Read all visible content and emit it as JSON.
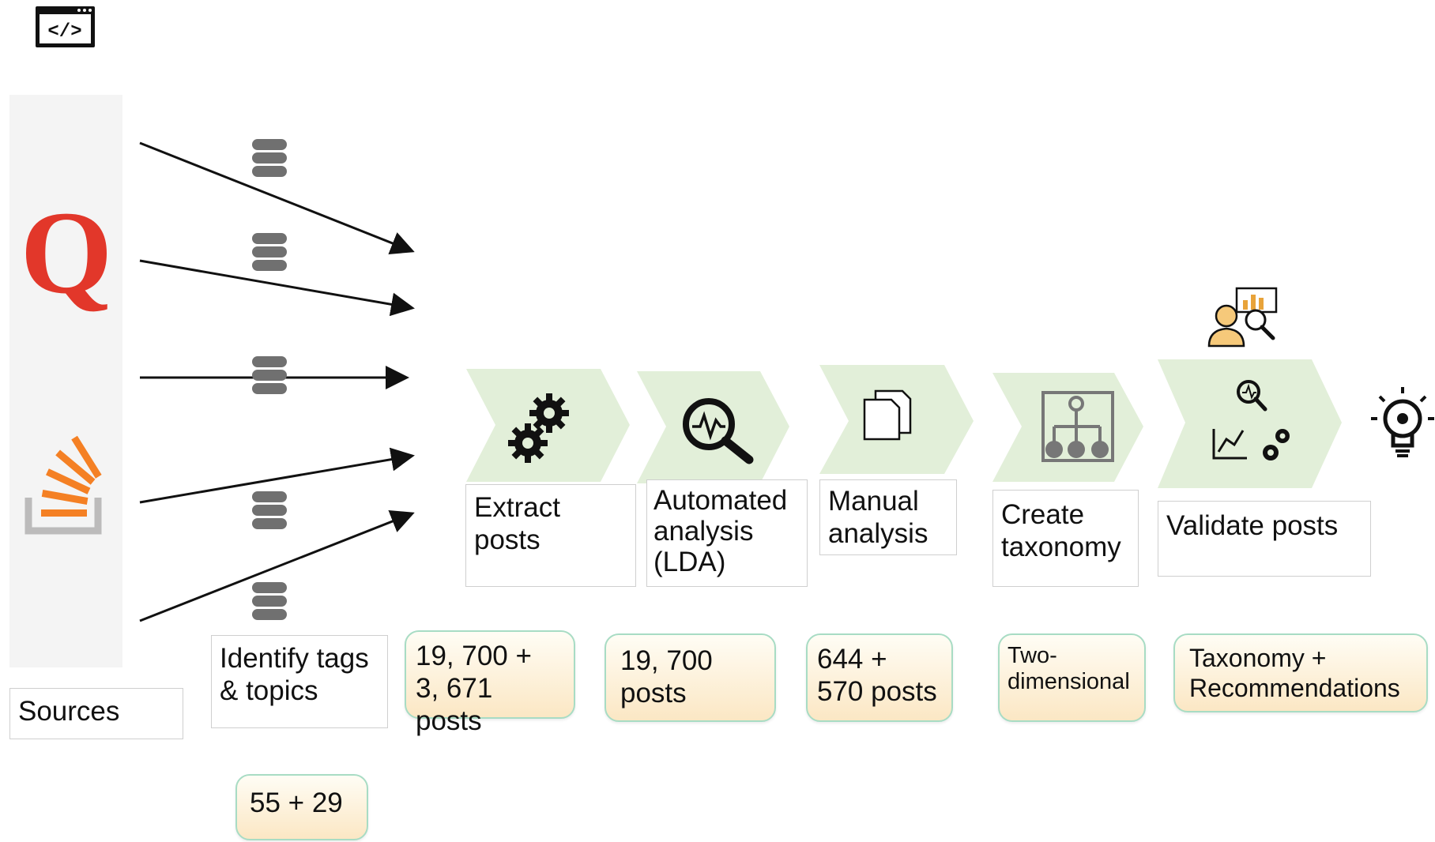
{
  "sources": {
    "label": "Sources"
  },
  "identify": {
    "label": "Identify tags\n& topics",
    "count": "55 + 29"
  },
  "steps": [
    {
      "label": "Extract\nposts",
      "count": "19, 700 +\n3, 671 posts"
    },
    {
      "label": "Automated\nanalysis\n(LDA)",
      "count": "19, 700\nposts"
    },
    {
      "label": "Manual\nanalysis",
      "count": "644 +\n570 posts"
    },
    {
      "label": "Create\ntaxonomy",
      "count": "Two-\ndimensional"
    },
    {
      "label": "Validate posts",
      "count": "Taxonomy +\nRecommendations"
    }
  ],
  "colors": {
    "chevron": "#e2efd9",
    "quora": "#e2372a",
    "stackoverflow": "#f48024",
    "database": "#707070",
    "count_border": "#a8dcc4"
  },
  "icons": [
    "code-window-icon",
    "quora-logo-icon",
    "stackoverflow-logo-icon",
    "database-icon",
    "gears-icon",
    "analysis-magnifier-icon",
    "documents-icon",
    "hierarchy-icon",
    "validation-icon",
    "analyst-icon",
    "lightbulb-icon"
  ]
}
